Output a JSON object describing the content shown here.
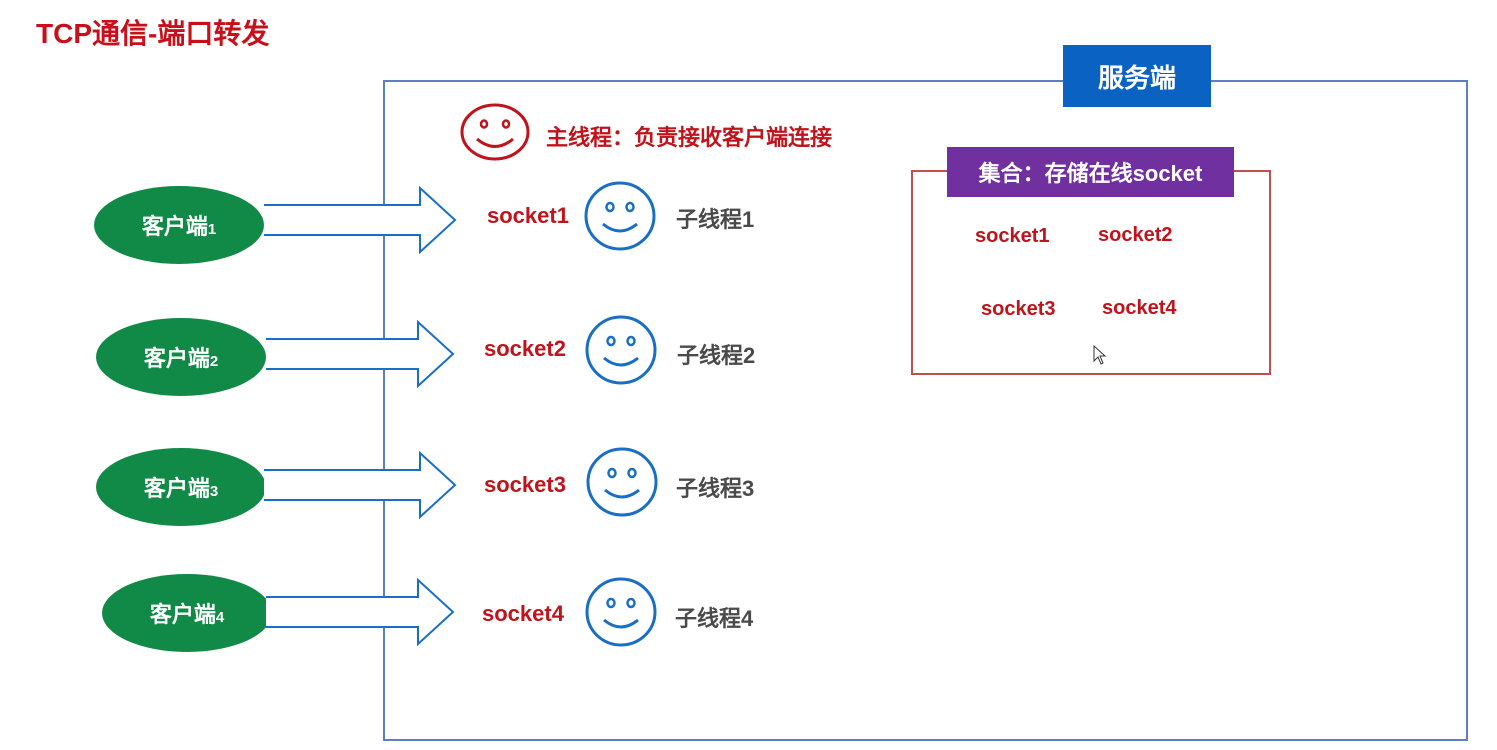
{
  "title": "TCP通信-端口转发",
  "server_label": "服务端",
  "main_thread_label": "主线程：负责接收客户端连接",
  "clients": [
    {
      "name": "客户端",
      "num": "1"
    },
    {
      "name": "客户端",
      "num": "2"
    },
    {
      "name": "客户端",
      "num": "3"
    },
    {
      "name": "客户端",
      "num": "4"
    }
  ],
  "sockets": [
    "socket1",
    "socket2",
    "socket3",
    "socket4"
  ],
  "sub_threads": [
    "子线程1",
    "子线程2",
    "子线程3",
    "子线程4"
  ],
  "collection": {
    "label": "集合：存储在线socket",
    "items": [
      "socket1",
      "socket2",
      "socket3",
      "socket4"
    ]
  },
  "colors": {
    "title_red": "#c8101a",
    "server_blue": "#0a62c2",
    "client_green": "#118a47",
    "set_purple": "#7030a0",
    "face_blue": "#1a6fc4",
    "face_red": "#c0141c"
  }
}
